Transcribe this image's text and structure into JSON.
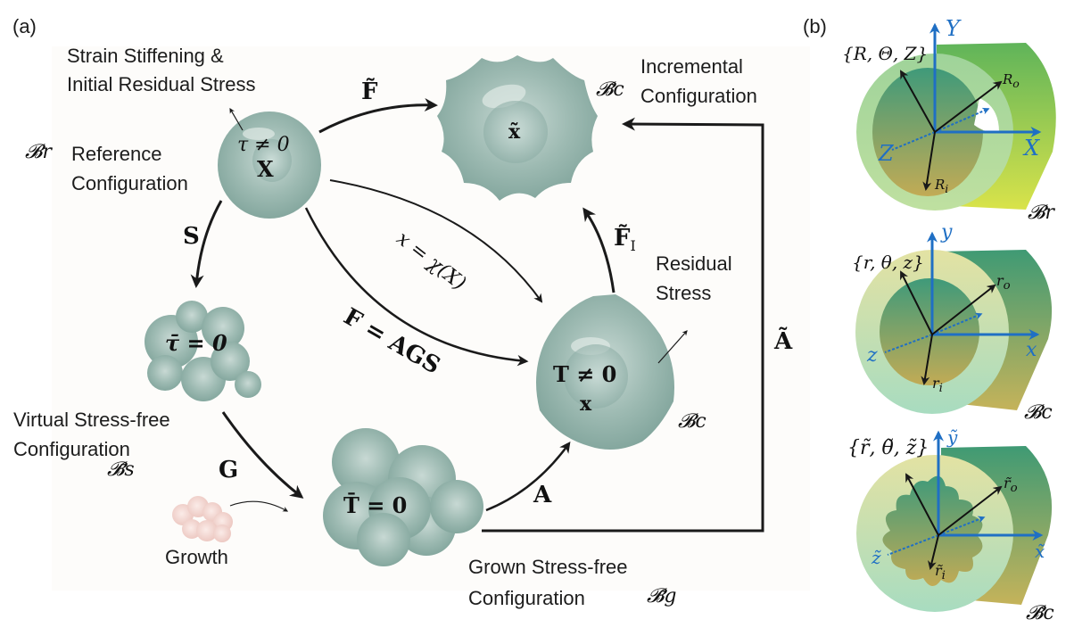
{
  "panels": {
    "a": "(a)",
    "b": "(b)"
  },
  "panel_a": {
    "strain_label": [
      "Strain Stiffening &",
      "Initial Residual Stress"
    ],
    "reference": {
      "symbol": "𝓑r",
      "label": [
        "Reference",
        "Configuration"
      ],
      "cell_text": "τ ≠ 0",
      "cell_var": "X"
    },
    "incremental": {
      "symbol": "𝓑̃c",
      "label": [
        "Incremental",
        "Configuration"
      ],
      "cell_var": "x̃"
    },
    "virtual": {
      "symbol": "𝓑̄s",
      "label": [
        "Virtual Stress-free",
        "Configuration"
      ],
      "cell_text": "τ̄ = 0"
    },
    "current": {
      "symbol": "𝓑c",
      "cell_text": "T ≠ 0",
      "cell_var": "x",
      "residual_label": [
        "Residual",
        "Stress"
      ]
    },
    "grown": {
      "symbol": "𝓑̄g",
      "label": [
        "Grown Stress-free",
        "Configuration"
      ],
      "cell_text": "T̄ = 0"
    },
    "growth_label": "Growth",
    "arrows": {
      "F_tilde": "F̃",
      "S": "S",
      "G": "G",
      "A": "A",
      "A_tilde": "Ã",
      "F_I": "F̃",
      "F_I_sub": "I",
      "mapping": "x = χ(X)",
      "F_AGS": "F = AGS"
    }
  },
  "panel_b": {
    "cylinders": [
      {
        "coords": "{R, Θ, Z}",
        "axes": {
          "y": "Y",
          "x": "X",
          "z": "Z"
        },
        "outer": "R",
        "outer_sub": "o",
        "inner": "R",
        "inner_sub": "i",
        "config": "𝓑r"
      },
      {
        "coords": "{r, θ, z}",
        "axes": {
          "y": "y",
          "x": "x",
          "z": "z"
        },
        "outer": "r",
        "outer_sub": "o",
        "inner": "r",
        "inner_sub": "i",
        "config": "𝓑c"
      },
      {
        "coords": "{r̃, θ̃, z̃}",
        "axes": {
          "y": "ỹ",
          "x": "x̃",
          "z": "z̃"
        },
        "outer": "r̃",
        "outer_sub": "o",
        "inner": "r̃",
        "inner_sub": "i",
        "config": "𝓑̃c"
      }
    ]
  },
  "colors": {
    "cell": "#8fb0a8",
    "growth": "#f0c8c0",
    "axis_blue": "#1f6fc4",
    "arrow": "#1a1a1a"
  }
}
